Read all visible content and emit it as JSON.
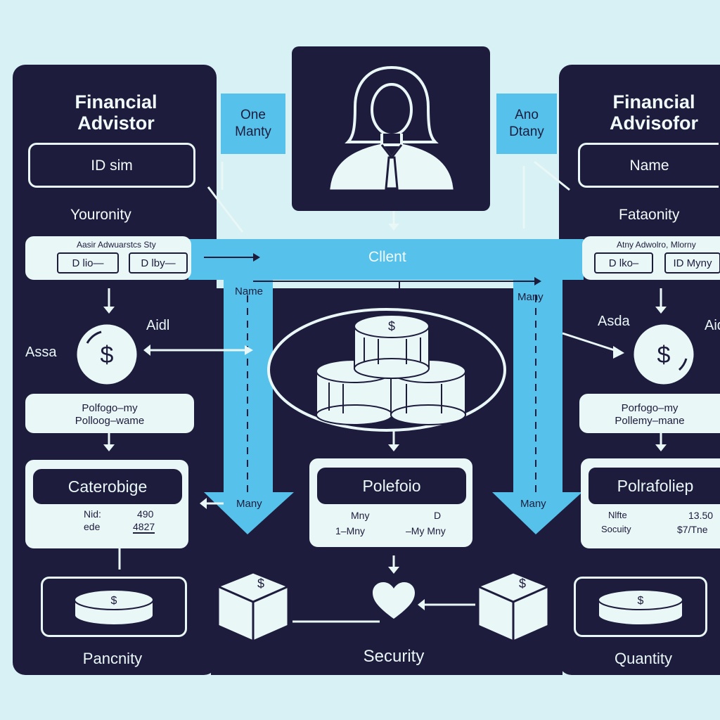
{
  "left": {
    "title_line1": "Financial",
    "title_line2": "Advistor",
    "id_field": "ID sim",
    "subtitle": "Youronity",
    "attr_caption": "Aasir Adwuarstcs Sty",
    "attr_field_1": "D lio—",
    "attr_field_2": "D lby—",
    "asset_label": "Assa",
    "aid_label": "Aidl",
    "portfolio_line1": "Polfogo–my",
    "portfolio_line2": "Polloog–wame",
    "category_title": "Caterobige",
    "cat_row1_left": "Nid:",
    "cat_row1_right": "490",
    "cat_row2_left": "ede",
    "cat_row2_right": "4827",
    "bottom_label": "Pancnity"
  },
  "top_center": {
    "relation_left_line1": "One",
    "relation_left_line2": "Manty",
    "relation_right_line1": "Ano",
    "relation_right_line2": "Dtany"
  },
  "center": {
    "client_label": "Cllent",
    "name_label": "Name",
    "many_right": "Many",
    "many_left_bottom": "Many",
    "many_right_bottom": "Many",
    "portfolio_title": "Polefoio",
    "pf_row1_left": "Mny",
    "pf_row1_right": "D",
    "pf_row2_left": "1–Mny",
    "pf_row2_right": "–My Mny",
    "security_label": "Security"
  },
  "right": {
    "title_line1": "Financial",
    "title_line2": "Advisofor",
    "name_field": "Name",
    "subtitle": "Fataonity",
    "attr_caption": "Atny Adwolro, Mlorny",
    "attr_field_1": "D lko–",
    "attr_field_2": "ID Myny",
    "asset_label": "Asda",
    "aid_label": "Aidl",
    "portfolio_line1": "Porfogo–my",
    "portfolio_line2": "Pollemy–mane",
    "portfolio_title": "Polrafoliep",
    "pr_row1_left": "Nlfte",
    "pr_row1_right": "13.50",
    "pr_row2_left": "Socuity",
    "pr_row2_right": "$7/Tne",
    "bottom_label": "Quantity"
  },
  "colors": {
    "navy": "#1e1c3d",
    "sky": "#56c1ea",
    "paper": "#e9f7f7",
    "background": "#d7f1f4"
  },
  "icons": [
    "person-icon",
    "dollar-coin-icon",
    "coin-stack-icon",
    "box-icon",
    "heart-icon"
  ]
}
